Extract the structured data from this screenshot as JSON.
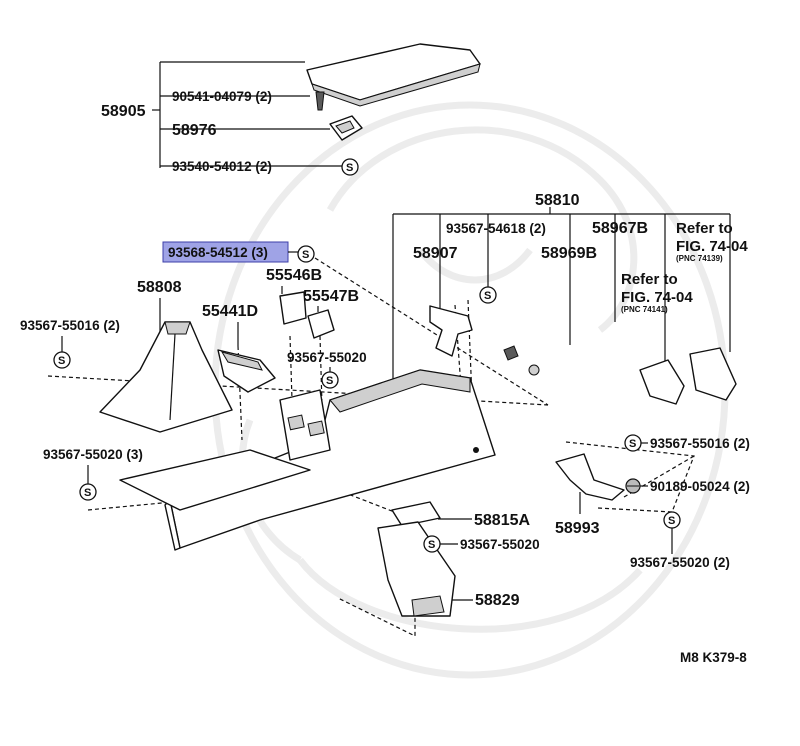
{
  "labels": {
    "p58905": "58905",
    "p90541": "90541-04079 (2)",
    "p58976": "58976",
    "p93540": "93540-54012 (2)",
    "p58810": "58810",
    "p93567_54618": "93567-54618 (2)",
    "p58967B": "58967B",
    "p93568": "93568-54512 (3)",
    "p58907": "58907",
    "p58969B": "58969B",
    "p55546B": "55546B",
    "p55547B": "55547B",
    "p58808": "58808",
    "p55441D": "55441D",
    "p93567_55016_left": "93567-55016 (2)",
    "p93567_55020_mid": "93567-55020",
    "p93567_55020_left": "93567-55020 (3)",
    "p93567_55016_right": "93567-55016 (2)",
    "p90189": "90189-05024 (2)",
    "p58815A": "58815A",
    "p93567_55020_lower": "93567-55020",
    "p58993": "58993",
    "p93567_55020_right": "93567-55020 (2)",
    "p58829": "58829",
    "clip_symbol": "S"
  },
  "refs": {
    "ref1_title": "Refer to",
    "ref1_fig": "FIG. 74-04",
    "ref1_pnc": "(PNC 74139)",
    "ref2_title": "Refer to",
    "ref2_fig": "FIG. 74-04",
    "ref2_pnc": "(PNC 74141)"
  },
  "footer": {
    "code": "M8   K379-8"
  },
  "highlight": {
    "part": "93568-54512 (3)",
    "color": "#9fa3e6"
  }
}
